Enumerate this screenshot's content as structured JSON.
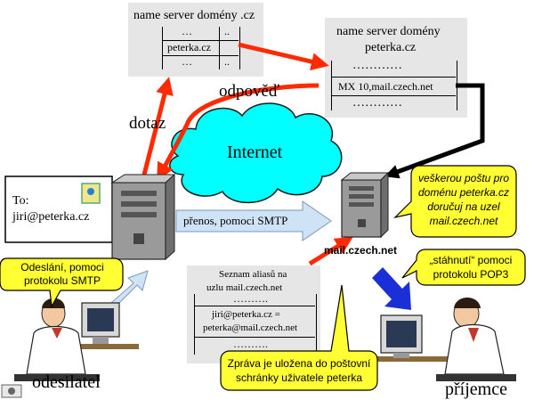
{
  "ns_cz": {
    "title": "name server domény .cz",
    "dots1": "…",
    "dots2": "..",
    "entry": "peterka.cz",
    "dots3": "…",
    "dots4": ".."
  },
  "ns_peterka": {
    "title_line1": "name server domény",
    "title_line2": "peterka.cz",
    "dots_top": "…………",
    "mx": "MX 10,mail.czech.net",
    "dots_bottom": "…………"
  },
  "labels": {
    "odpoved": "odpověď",
    "dotaz": "dotaz",
    "internet": "Internet",
    "prenos": "přenos, pomoci  SMTP",
    "mailhost": "mail.czech.net",
    "odesilatel": "odesilatel",
    "prijemce": "příjemce"
  },
  "envelope": {
    "to_label": "To:",
    "address": "jiri@peterka.cz"
  },
  "bubbles": {
    "sending": {
      "line1": "Odeslání, pomoci",
      "line2": "protokolu SMTP"
    },
    "deliver": {
      "line1": "veškerou poštu pro",
      "line2": "doménu peterka.cz",
      "line3": "doručuj na uzel",
      "line4": "mail.czech.net"
    },
    "download": {
      "line1": "„stáhnutí“ pomoci",
      "line2": "protokolu POP3"
    },
    "stored": {
      "line1": "Zpráva je uložena do poštovní",
      "line2": "schránky uživatele peterka"
    }
  },
  "alias": {
    "line1": "Seznam aliasů na",
    "line2": "uzlu mail.czech.net",
    "dots_top": "……….",
    "entry1": "jiri@peterka.cz =",
    "entry2": "peterka@mail.czech.net",
    "dots_bottom": "………."
  },
  "colors": {
    "red_arrow": "#ff2a00",
    "blue_arrow": "#1a2fd6",
    "light_arrow": "#cfe3f7",
    "bubble": "#ffff33",
    "cloud": "#00ffff",
    "gray_panel": "#e6e6e6"
  }
}
